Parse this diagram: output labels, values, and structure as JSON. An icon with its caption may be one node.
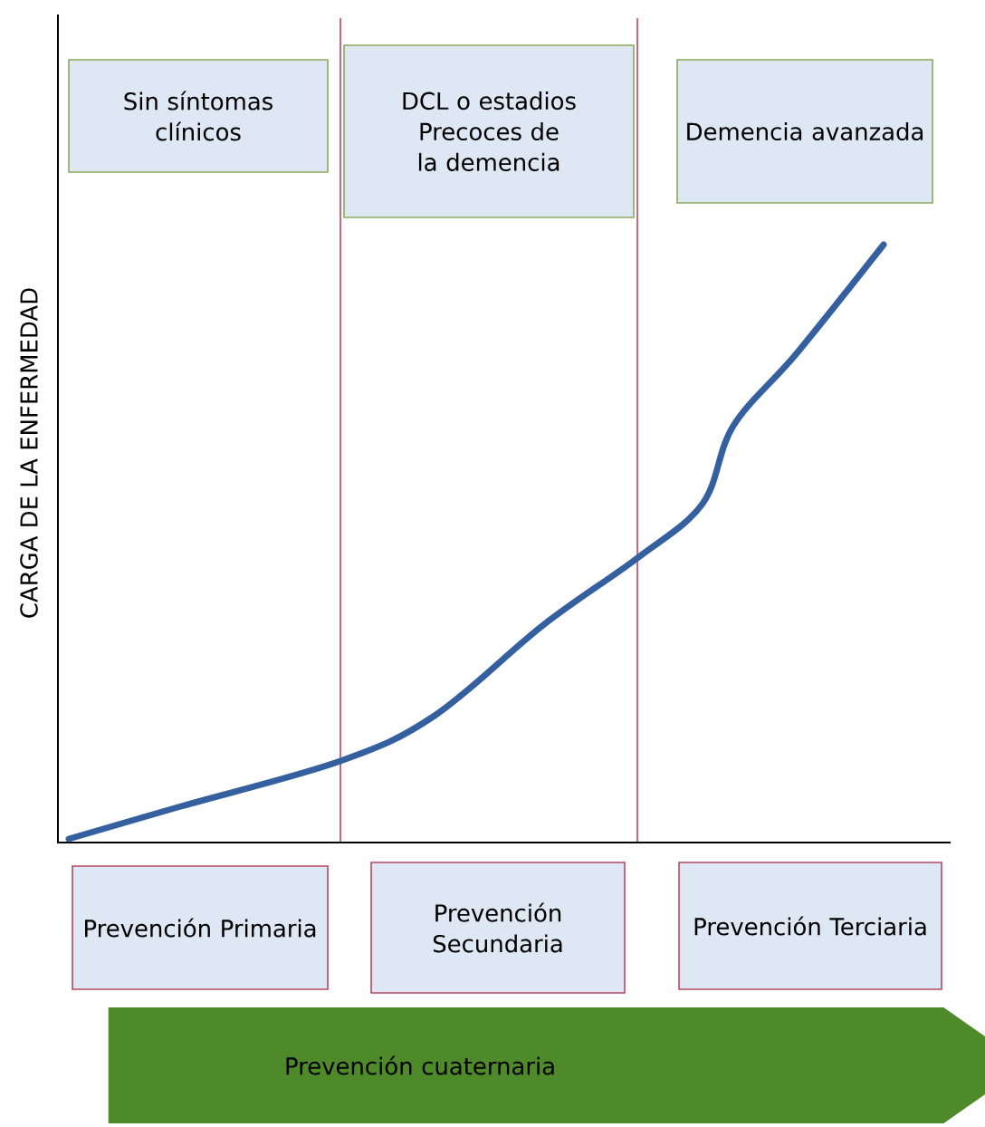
{
  "diagram": {
    "nodes": [
      {
        "text": [
          "Sin síntomas clínicos"
        ]
      },
      {
        "text": [
          "DCL o estadios Precoces de la demencia"
        ]
      },
      {
        "text": [
          "Demencia avanzada"
        ]
      },
      {
        "text": [
          "Prevención Primaria"
        ]
      },
      {
        "text": [
          "Prevención Secundaria"
        ]
      },
      {
        "text": [
          "Prevención Terciaria"
        ]
      },
      {
        "text": [
          "Prevención cuaternaria"
        ]
      }
    ],
    "labels": [
      "CARGA DE LA ENFERMEDAD"
    ]
  }
}
